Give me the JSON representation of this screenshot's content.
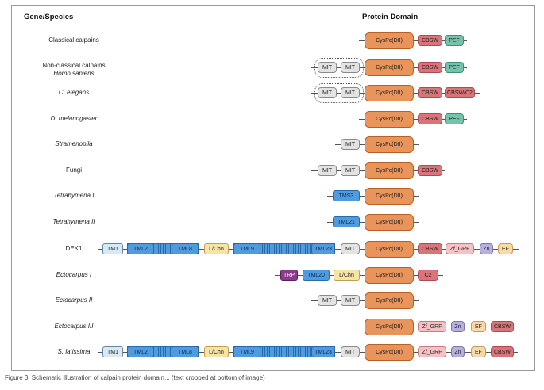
{
  "headers": {
    "gene_species": "Gene/Species",
    "protein_domain": "Protein Domain"
  },
  "rows": [
    {
      "label": "Classical calpains",
      "italic": false
    },
    {
      "label": "Non-classical calpains",
      "label2": "Homo sapiens",
      "italic": false
    },
    {
      "label": "C. elegans",
      "italic": true
    },
    {
      "label": "D. melanogaster",
      "italic": true
    },
    {
      "label": "Stramenopila",
      "italic": true
    },
    {
      "label": "Fungi",
      "italic": false
    },
    {
      "label": "Tetrahymena I",
      "italic": true
    },
    {
      "label": "Tetrahymena II",
      "italic": true
    },
    {
      "label": "DEK1",
      "italic": false
    },
    {
      "label": "Ectocarpus I",
      "italic": true
    },
    {
      "label": "Ectocarpus II",
      "italic": true
    },
    {
      "label": "Ectocarpus III",
      "italic": true
    },
    {
      "label": "S. latissima",
      "italic": true
    }
  ],
  "domains": {
    "cyspc": "CysPc(DII)",
    "cbsw": "CBSW",
    "pef": "PEF",
    "mit": "MIT",
    "cbsw_c2": "CBSW/C2",
    "zf_grf": "Zf_GRF",
    "zn": "Zn",
    "ef": "EF",
    "tm1": "TM1",
    "tml2": "TML2",
    "tml8": "TML8",
    "lchn": "L/Chn",
    "tml9": "TML9",
    "tml23": "TML23",
    "tms3": "TMS3",
    "tml21": "TML21",
    "trp": "TRP",
    "tml20": "TML20",
    "c2": "C2"
  },
  "caption": "Figure 3: Schematic illustration of calpain protein domain... (text cropped at bottom of image)"
}
